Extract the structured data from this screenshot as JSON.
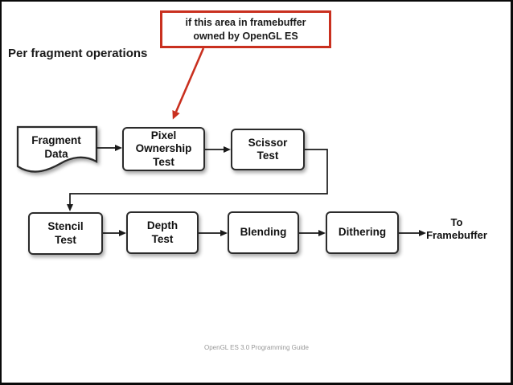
{
  "slide": {
    "heading": "Per fragment operations",
    "callout": {
      "line1": "if this area in framebuffer",
      "line2": "owned by OpenGL ES"
    },
    "footer": "OpenGL ES 3.0 Programming Guide"
  },
  "colors": {
    "accent_red": "#c9301f",
    "node_border": "#2b2b2b",
    "connector": "#1a1a1a",
    "footer_text": "#999999",
    "background": "#ffffff"
  },
  "diagram": {
    "nodes": {
      "fragment_data": {
        "shape": "document",
        "lines": [
          "Fragment",
          "Data"
        ]
      },
      "pixel_ownership_test": {
        "shape": "rounded-rect",
        "lines": [
          "Pixel",
          "Ownership",
          "Test"
        ]
      },
      "scissor_test": {
        "shape": "rounded-rect",
        "lines": [
          "Scissor",
          "Test"
        ]
      },
      "stencil_test": {
        "shape": "rounded-rect",
        "lines": [
          "Stencil",
          "Test"
        ]
      },
      "depth_test": {
        "shape": "rounded-rect",
        "lines": [
          "Depth",
          "Test"
        ]
      },
      "blending": {
        "shape": "rounded-rect",
        "lines": [
          "Blending"
        ]
      },
      "dithering": {
        "shape": "rounded-rect",
        "lines": [
          "Dithering"
        ]
      },
      "to_framebuffer": {
        "shape": "text",
        "lines": [
          "To",
          "Framebuffer"
        ]
      }
    },
    "flow": [
      {
        "from": "fragment_data",
        "to": "pixel_ownership_test"
      },
      {
        "from": "pixel_ownership_test",
        "to": "scissor_test"
      },
      {
        "from": "scissor_test",
        "to": "stencil_test"
      },
      {
        "from": "stencil_test",
        "to": "depth_test"
      },
      {
        "from": "depth_test",
        "to": "blending"
      },
      {
        "from": "blending",
        "to": "dithering"
      },
      {
        "from": "dithering",
        "to": "to_framebuffer"
      }
    ],
    "callout_points_to": "pixel_ownership_test"
  }
}
